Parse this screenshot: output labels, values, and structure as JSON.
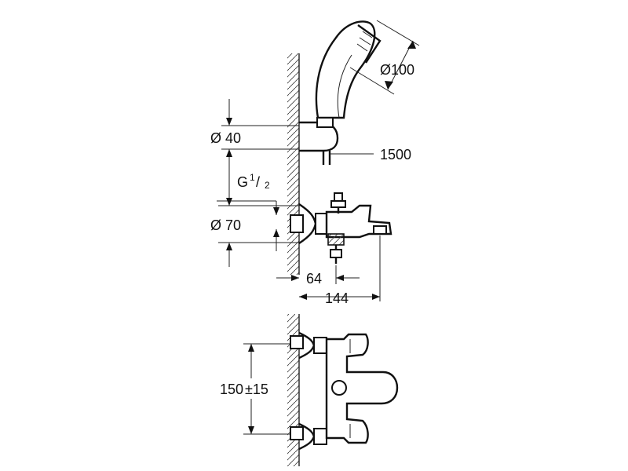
{
  "dimensions": {
    "handshower_diameter": "Ø100",
    "hose_length": "1500",
    "holder_diameter": "Ø 40",
    "thread_prefix": "G",
    "thread_num": "1",
    "thread_den": "2",
    "escutcheon_diameter": "Ø 70",
    "projection_short": "64",
    "projection_long": "144",
    "centers": "150",
    "centers_tol": "±15"
  }
}
